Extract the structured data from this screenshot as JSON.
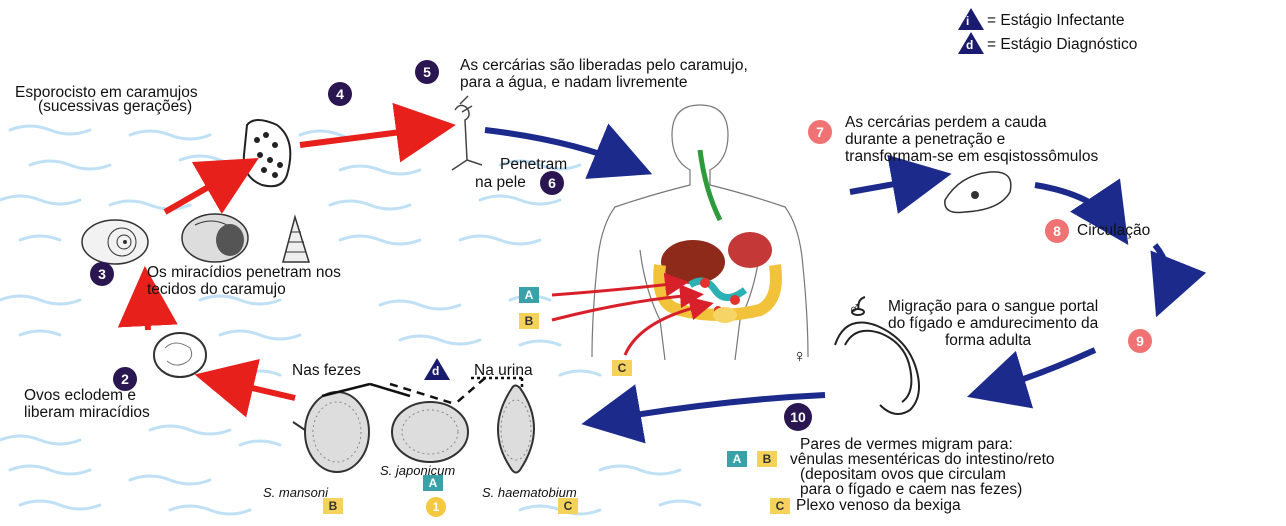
{
  "legend": {
    "infective_letter": "i",
    "infective_text": "= Estágio Infectante",
    "diagnostic_letter": "d",
    "diagnostic_text": "= Estágio Diagnóstico"
  },
  "steps": {
    "s1": {
      "num": "1"
    },
    "s2": {
      "num": "2",
      "line1": "Ovos eclodem e",
      "line2": "liberam miracídios"
    },
    "s3": {
      "num": "3",
      "line1": "Os miracídios penetram nos",
      "line2": "tecidos do caramujo"
    },
    "s4": {
      "num": "4",
      "line1": "Esporocisto em caramujos",
      "line2": "(sucessivas gerações)"
    },
    "s5": {
      "num": "5",
      "line1": "As cercárias são liberadas pelo caramujo,",
      "line2": "para a água, e nadam livremente"
    },
    "s6": {
      "num": "6",
      "line1": "Penetram",
      "line2": "na pele"
    },
    "s7": {
      "num": "7",
      "line1": "As cercárias perdem a cauda",
      "line2": "durante a penetração e",
      "line3": "transformam-se em esqistossômulos"
    },
    "s8": {
      "num": "8",
      "text": "Circulação"
    },
    "s9": {
      "num": "9",
      "line1": "Migração para o sangue portal",
      "line2": "do fígado e amdurecimento da",
      "line3": "forma adulta"
    },
    "s10": {
      "num": "10",
      "line1": "Pares de vermes migram para:",
      "line2": "vênulas mesentéricas do intestino/reto",
      "line3": "(depositam ovos que circulam",
      "line4": "para o fígado e caem nas fezes)",
      "line5": "Plexo venoso da bexiga"
    }
  },
  "eggs": {
    "feces": "Nas fezes",
    "urine": "Na urina",
    "mansoni": "S. mansoni",
    "japonicum": "S. japonicum",
    "haematobium": "S. haematobium"
  },
  "species_tags": {
    "A": "A",
    "B": "B",
    "C": "C"
  },
  "symbols": {
    "male": "♂",
    "female": "♀"
  },
  "colors": {
    "dark_badge": "#2a1650",
    "pink_badge": "#f07272",
    "red_arrow": "#e8201c",
    "blue_arrow": "#1c2a8c",
    "tag_teal": "#3aa1a8",
    "tag_yellow": "#f5d25a",
    "water": "#bfe0f5"
  }
}
